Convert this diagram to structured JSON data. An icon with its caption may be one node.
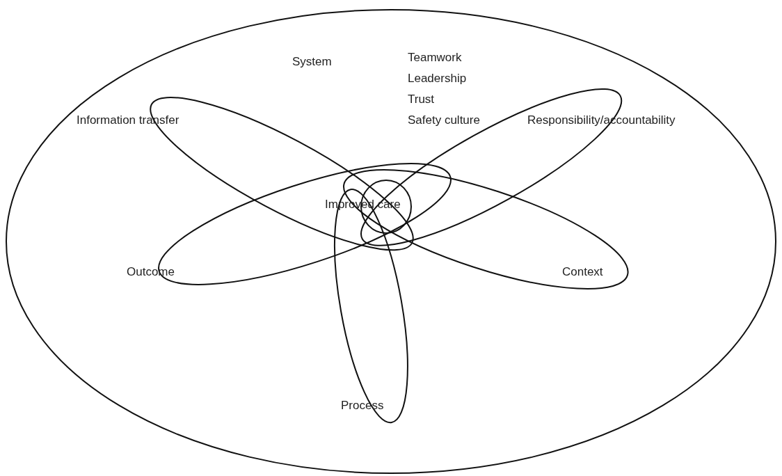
{
  "diagram": {
    "nodes": [
      {
        "text": [
          "System"
        ]
      },
      {
        "text": [
          "Information transfer"
        ],
        "in": 0
      },
      {
        "text": [
          "Responsibility/accountability"
        ],
        "in": 0
      },
      {
        "text": [
          "Improved care"
        ]
      },
      {
        "text": [
          "Outcome"
        ],
        "in": 0
      },
      {
        "text": [
          "Context"
        ],
        "in": 0
      },
      {
        "text": [
          "Process"
        ],
        "in": 0
      }
    ],
    "labels": [
      "Teamwork",
      "Leadership",
      "Trust",
      "Safety culture"
    ]
  }
}
